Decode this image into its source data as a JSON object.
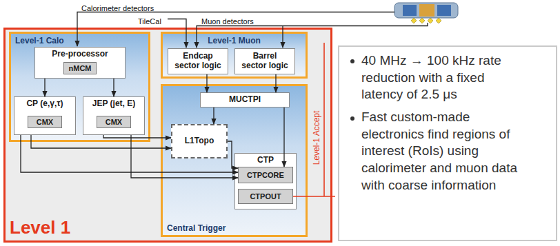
{
  "diagram": {
    "nodes": [
      {
        "text": [
          "Level 1"
        ]
      },
      {
        "text": [
          "Level-1 Calo"
        ],
        "in": 0
      },
      {
        "text": [
          "Pre-processor"
        ],
        "in": 1
      },
      {
        "text": [
          "nMCM"
        ],
        "in": 2
      },
      {
        "text": [
          "CP (e,γ,τ)"
        ],
        "in": 1
      },
      {
        "text": [
          "CMX"
        ],
        "in": 4
      },
      {
        "text": [
          "JEP (jet, E)"
        ],
        "in": 1
      },
      {
        "text": [
          "CMX"
        ],
        "in": 6
      },
      {
        "text": [
          "Level-1 Muon"
        ],
        "in": 0
      },
      {
        "text": [
          "Endcap sector logic"
        ],
        "in": 8
      },
      {
        "text": [
          "Barrel sector logic"
        ],
        "in": 8
      },
      {
        "text": [
          "Central Trigger"
        ],
        "in": 0
      },
      {
        "text": [
          "MUCTPI"
        ],
        "in": 11
      },
      {
        "text": [
          "L1Topo"
        ],
        "in": 11
      },
      {
        "text": [
          "CTP"
        ],
        "in": 11
      },
      {
        "text": [
          "CTPCORE"
        ],
        "in": 14
      },
      {
        "text": [
          "CTPOUT"
        ],
        "in": 14
      },
      {
        "text": [
          "40 MHz → 100 kHz rate reduction with a fixed latency of 2.5 μs",
          "Fast custom-made electronics find regions of interest (RoIs) using calorimeter and muon data with coarse information"
        ]
      }
    ],
    "edges": [
      {
        "from": 2,
        "to": 4,
        "arrow": "to"
      },
      {
        "from": 2,
        "to": 6,
        "arrow": "to"
      },
      {
        "from": 9,
        "to": 12,
        "arrow": "to"
      },
      {
        "from": 10,
        "to": 12,
        "arrow": "to"
      },
      {
        "from": 12,
        "to": 13,
        "arrow": "to"
      },
      {
        "from": 12,
        "to": 15,
        "arrow": "to"
      },
      {
        "from": 4,
        "to": 13,
        "arrow": "to"
      },
      {
        "from": 6,
        "to": 13,
        "arrow": "to"
      },
      {
        "from": 4,
        "to": 15,
        "arrow": "to"
      },
      {
        "from": 6,
        "to": 15,
        "arrow": "to"
      },
      {
        "from": 13,
        "to": 15,
        "arrow": "to"
      }
    ],
    "labels": [
      "Calorimeter detectors",
      "TileCal",
      "Muon detectors",
      "Level-1 Accept"
    ]
  }
}
